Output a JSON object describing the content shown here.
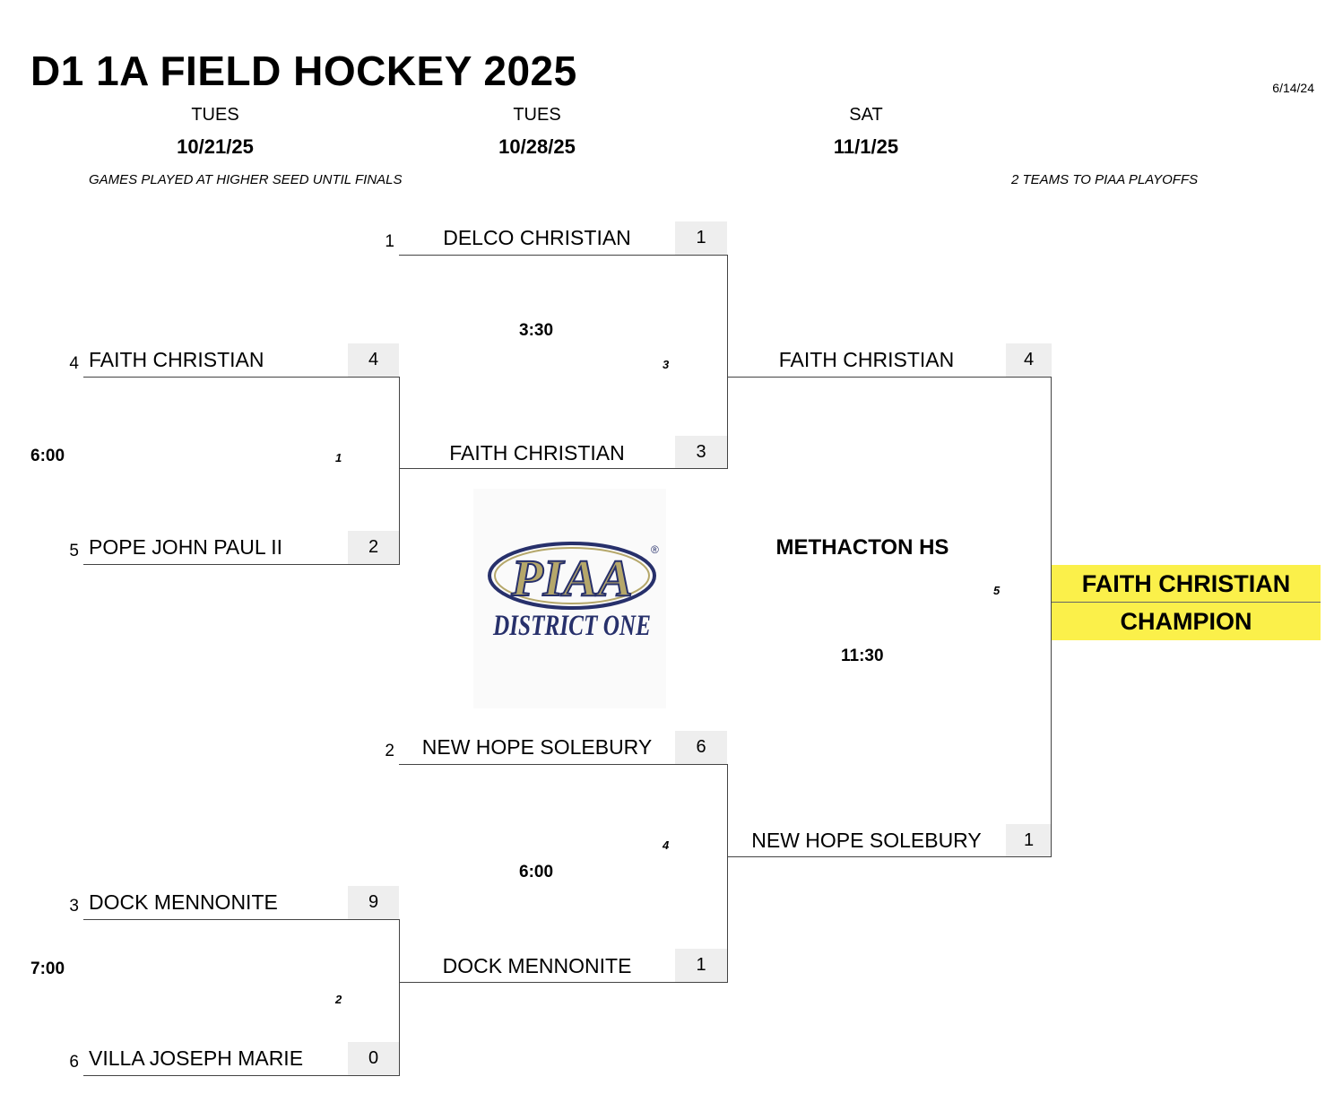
{
  "title": "D1 1A FIELD HOCKEY 2025",
  "date_stamp": "6/14/24",
  "rounds": [
    {
      "day": "TUES",
      "date": "10/21/25"
    },
    {
      "day": "TUES",
      "date": "10/28/25"
    },
    {
      "day": "SAT",
      "date": "11/1/25"
    }
  ],
  "notes": {
    "left": "GAMES PLAYED AT HIGHER SEED UNTIL FINALS",
    "right": "2 TEAMS TO PIAA PLAYOFFS"
  },
  "round1": {
    "game1": {
      "number": "1",
      "time": "6:00",
      "top": {
        "seed": "4",
        "team": "FAITH CHRISTIAN",
        "score": "4"
      },
      "bottom": {
        "seed": "5",
        "team": "POPE JOHN PAUL II",
        "score": "2"
      }
    },
    "game2": {
      "number": "2",
      "time": "7:00",
      "top": {
        "seed": "3",
        "team": "DOCK MENNONITE",
        "score": "9"
      },
      "bottom": {
        "seed": "6",
        "team": "VILLA JOSEPH MARIE",
        "score": "0"
      }
    }
  },
  "round2": {
    "game3": {
      "number": "3",
      "time": "3:30",
      "top": {
        "seed": "1",
        "team": "DELCO CHRISTIAN",
        "score": "1"
      },
      "bottom": {
        "team": "FAITH CHRISTIAN",
        "score": "3"
      }
    },
    "game4": {
      "number": "4",
      "time": "6:00",
      "top": {
        "seed": "2",
        "team": "NEW HOPE SOLEBURY",
        "score": "6"
      },
      "bottom": {
        "team": "DOCK MENNONITE",
        "score": "1"
      }
    }
  },
  "final": {
    "number": "5",
    "venue": "METHACTON HS",
    "time": "11:30",
    "top": {
      "team": "FAITH CHRISTIAN",
      "score": "4"
    },
    "bottom": {
      "team": "NEW HOPE SOLEBURY",
      "score": "1"
    }
  },
  "champion": {
    "team": "FAITH CHRISTIAN",
    "label": "CHAMPION"
  },
  "logo": {
    "line1": "PIAA",
    "line2": "DISTRICT ONE",
    "reg_mark": "®",
    "color_gold": "#b5a76a",
    "color_navy": "#27306b"
  },
  "colors": {
    "champion_bg": "#fbf04a",
    "score_bg": "#eeeeee"
  }
}
